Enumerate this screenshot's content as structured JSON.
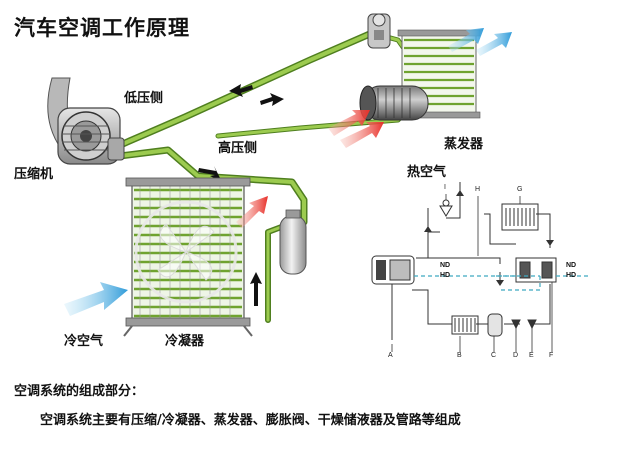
{
  "title": "汽车空调工作原理",
  "labels": {
    "low_pressure": "低压侧",
    "high_pressure": "高压侧",
    "compressor": "压缩机",
    "evaporator": "蒸发器",
    "hot_air": "热空气",
    "cold_air": "冷空气",
    "condenser": "冷凝器"
  },
  "schematic": {
    "letters": [
      "A",
      "B",
      "C",
      "D",
      "E",
      "F",
      "G",
      "H",
      "I"
    ],
    "nd": "ND",
    "hd": "HD"
  },
  "note": {
    "heading": "空调系统的组成部分：",
    "body": "空调系统主要有压缩/冷凝器、蒸发器、膨胀阀、干燥储液器及管路等组成"
  },
  "colors": {
    "pipe": "#8bbf3f",
    "pipe_dark": "#4f7f1f",
    "hot_arrow": "#e8302a",
    "cold_arrow": "#3fa9e0",
    "schematic_line": "#333333",
    "schematic_dash": "#3fa9c0"
  }
}
